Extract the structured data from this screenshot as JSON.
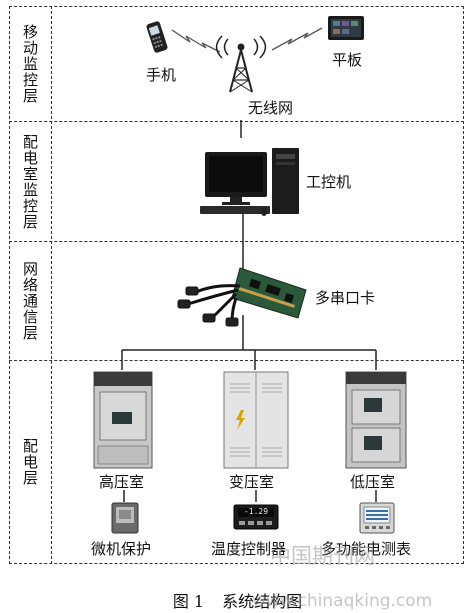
{
  "layers": [
    {
      "label": "移动监控层"
    },
    {
      "label": "配电室监控层"
    },
    {
      "label": "网络通信层"
    },
    {
      "label": "配电层"
    }
  ],
  "nodes": {
    "phone": "手机",
    "tablet": "平板",
    "wireless": "无线网",
    "ipc": "工控机",
    "serial_card": "多串口卡",
    "high_voltage": "高压室",
    "transformer": "变压室",
    "low_voltage": "低压室",
    "micro_protection": "微机保护",
    "temp_controller": "温度控制器",
    "multi_meter": "多功能电测表"
  },
  "meter_display": "-1.29",
  "caption": {
    "number": "图 1",
    "title": "系统结构图"
  },
  "watermark": {
    "cn": "中国期刊网",
    "url": "www.chinaqking.com"
  }
}
